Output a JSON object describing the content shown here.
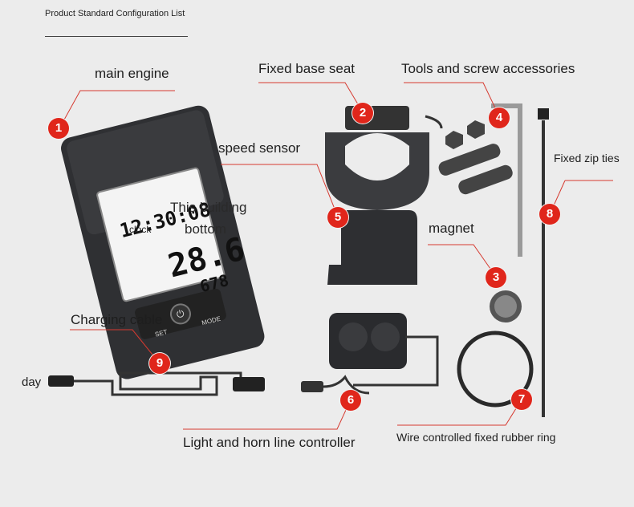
{
  "header": {
    "title": "Product Standard Configuration List"
  },
  "items": [
    {
      "num": "1",
      "label": "main engine"
    },
    {
      "num": "2",
      "label": "Fixed base seat"
    },
    {
      "num": "3",
      "label": "magnet"
    },
    {
      "num": "4",
      "label": "Tools and screw accessories"
    },
    {
      "num": "5",
      "label": "speed sensor"
    },
    {
      "num": "6",
      "label": "Light and horn line controller"
    },
    {
      "num": "7",
      "label": "Wire controlled fixed rubber ring"
    },
    {
      "num": "8",
      "label": "Fixed zip ties"
    },
    {
      "num": "9",
      "label": "Charging cable"
    }
  ],
  "overlay": {
    "line1": "This building",
    "line2": "bottom",
    "clock": "clock",
    "day": "day"
  },
  "display": {
    "time": "12:30:08",
    "speed": "28.6",
    "distance": "678",
    "mode_btn": "SET",
    "power_btn": "⏻",
    "mode2_btn": "MODE"
  },
  "colors": {
    "badge": "#e0261b",
    "leader": "#d63a30",
    "background": "#ececec"
  }
}
